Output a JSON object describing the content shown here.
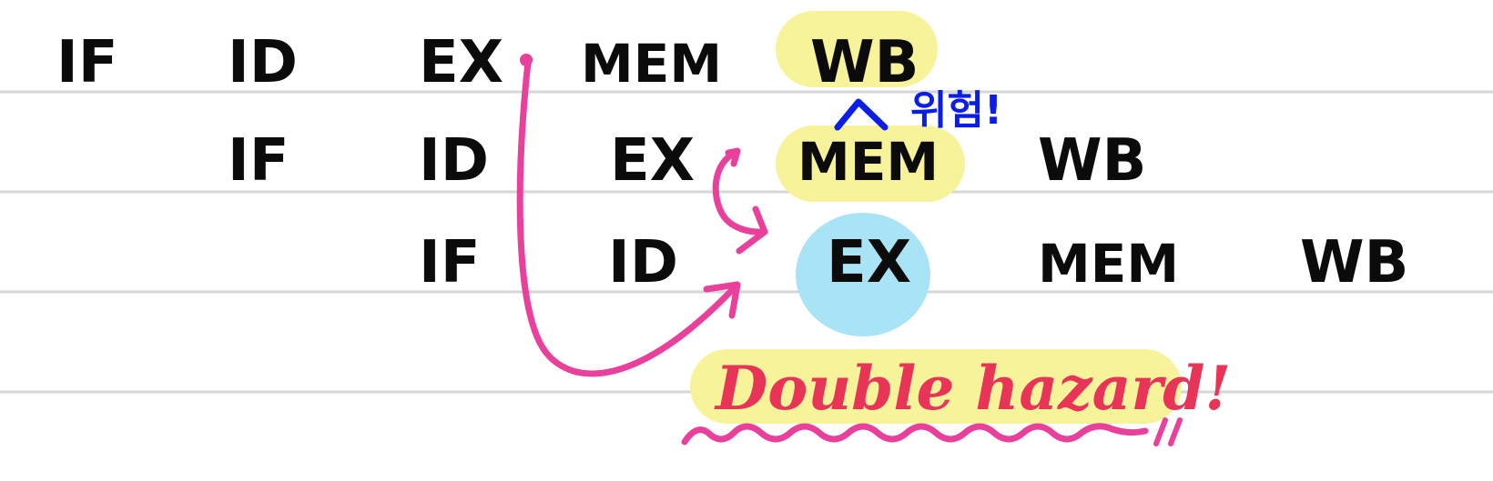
{
  "rows": [
    {
      "stages": [
        "IF",
        "ID",
        "EX",
        "MEM",
        "WB"
      ]
    },
    {
      "stages": [
        "IF",
        "ID",
        "EX",
        "MEM",
        "WB"
      ]
    },
    {
      "stages": [
        "IF",
        "ID",
        "EX",
        "MEM",
        "WB"
      ]
    }
  ],
  "annotations": {
    "korean_note": "위험!",
    "hazard_label": "Double hazard!"
  },
  "colors": {
    "highlight_yellow": "#f7f39b",
    "highlight_blue": "#a9e3f6",
    "arrow_pink": "#e8409b",
    "note_blue": "#0b1ee8",
    "hazard_red": "#e83456",
    "ink_black": "#0b0b0b",
    "rule_gray": "#d6d6d6"
  },
  "icons": {
    "forward_arrow_long": "curved-arrow-icon",
    "forward_arrow_short": "curved-arrow-icon",
    "caret_mark": "caret-up-icon",
    "squiggle": "wavy-underline-icon"
  }
}
